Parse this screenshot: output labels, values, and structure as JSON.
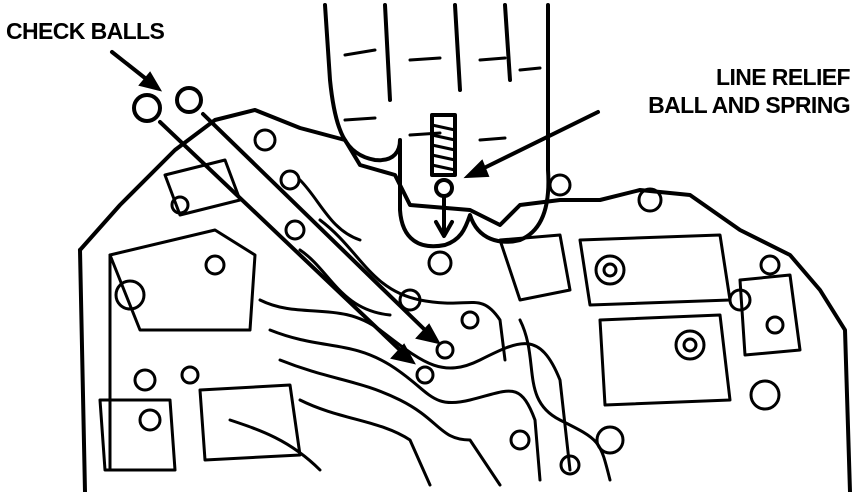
{
  "labels": {
    "check_balls": "CHECK BALLS",
    "line_relief_1": "LINE RELIEF",
    "line_relief_2": "BALL AND SPRING"
  },
  "colors": {
    "ink": "#000000",
    "paper": "#ffffff"
  }
}
